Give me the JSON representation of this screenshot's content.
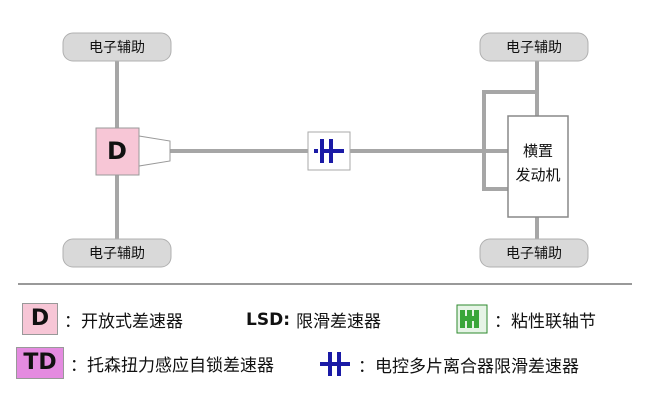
{
  "diagram": {
    "wheel_label": "电子辅助",
    "front_diff_label": "D",
    "engine_label_line1": "横置",
    "engine_label_line2": "发动机"
  },
  "legend": {
    "items": [
      {
        "key": "D",
        "text": "：开放式差速器"
      },
      {
        "key": "LSD:",
        "text": "限滑差速器"
      },
      {
        "key": "",
        "text": "：粘性联轴节"
      },
      {
        "key": "TD",
        "text": "：托森扭力感应自锁差速器"
      },
      {
        "key": "",
        "text": "：电控多片离合器限滑差速器"
      }
    ]
  },
  "colors": {
    "wheel_fill": "#d9d9d9",
    "line": "#a6a6a6",
    "diff_D": "#f7c6d6",
    "diff_TD": "#e48be0",
    "clutch_blue": "#1a1aa6",
    "viscous_green": "#3aa63a"
  }
}
